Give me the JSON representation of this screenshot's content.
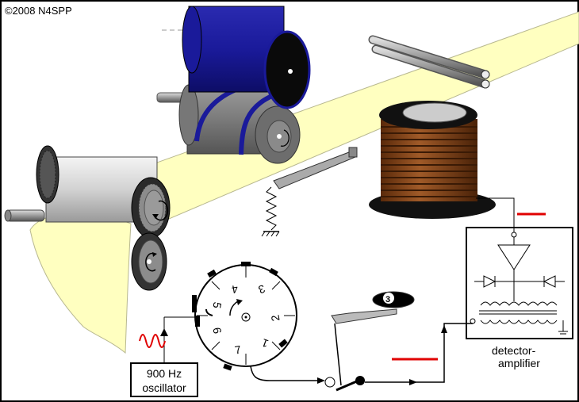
{
  "copyright": "©2008 N4SPP",
  "oscillator": {
    "line1": "900 Hz",
    "line2": "oscillator"
  },
  "detector": {
    "line1": "detector-",
    "line2": "amplifier"
  },
  "dial": {
    "digits": [
      "1",
      "2",
      "3",
      "4",
      "5",
      "6",
      "7"
    ]
  },
  "selector_knob": {
    "digit": "3"
  },
  "colors": {
    "tape": "#FFFFC0",
    "tape_edge": "#B8B890",
    "roller_blue": "#1A1A9A",
    "roller_gray": "#8A8A8A",
    "coil": "#8B4513",
    "signal": "#E00000"
  }
}
